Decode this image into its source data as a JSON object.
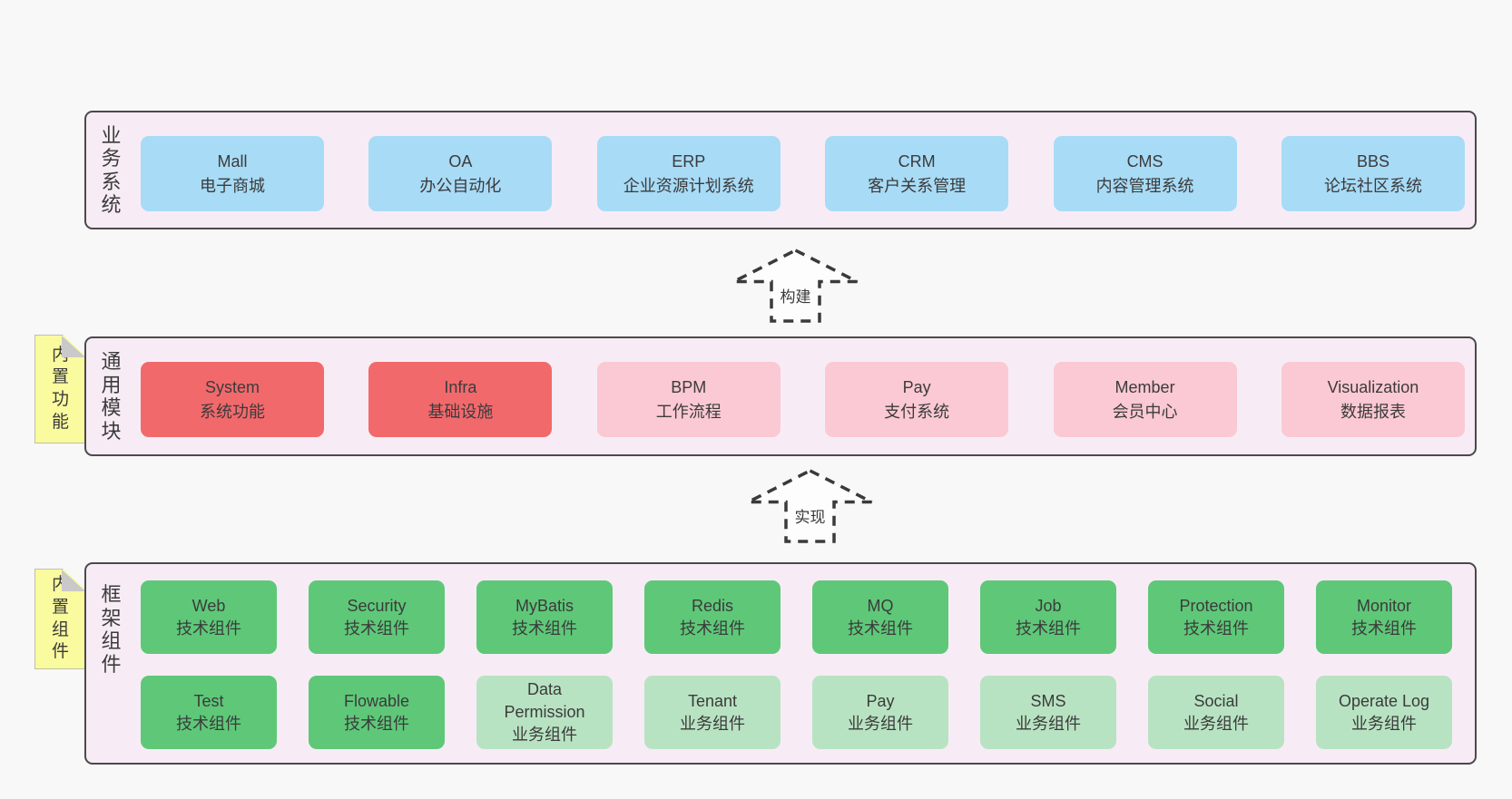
{
  "colors": {
    "page_bg": "#f8f8f8",
    "band_bg": "#f7ecf5",
    "band_border": "#4a4a4a",
    "blue": "#a8dbf6",
    "red": "#f2696c",
    "pink": "#fbc9d3",
    "green": "#5ec878",
    "light_green": "#b8e3c2",
    "sticky_yellow": "#fafa9e",
    "fold_gray": "#c9c9c9",
    "text": "#3b3b3b"
  },
  "bands": [
    {
      "label": "业务系统",
      "boxes": [
        {
          "name": "Mall",
          "desc": "电子商城"
        },
        {
          "name": "OA",
          "desc": "办公自动化"
        },
        {
          "name": "ERP",
          "desc": "企业资源计划系统"
        },
        {
          "name": "CRM",
          "desc": "客户关系管理"
        },
        {
          "name": "CMS",
          "desc": "内容管理系统"
        },
        {
          "name": "BBS",
          "desc": "论坛社区系统"
        }
      ]
    },
    {
      "label": "通用模块",
      "sticky": "内置功能",
      "boxes": [
        {
          "name": "System",
          "desc": "系统功能"
        },
        {
          "name": "Infra",
          "desc": "基础设施"
        },
        {
          "name": "BPM",
          "desc": "工作流程"
        },
        {
          "name": "Pay",
          "desc": "支付系统"
        },
        {
          "name": "Member",
          "desc": "会员中心"
        },
        {
          "name": "Visualization",
          "desc": "数据报表"
        }
      ]
    },
    {
      "label": "框架组件",
      "sticky": "内置组件",
      "rows": [
        [
          {
            "name": "Web",
            "desc": "技术组件"
          },
          {
            "name": "Security",
            "desc": "技术组件"
          },
          {
            "name": "MyBatis",
            "desc": "技术组件"
          },
          {
            "name": "Redis",
            "desc": "技术组件"
          },
          {
            "name": "MQ",
            "desc": "技术组件"
          },
          {
            "name": "Job",
            "desc": "技术组件"
          },
          {
            "name": "Protection",
            "desc": "技术组件"
          },
          {
            "name": "Monitor",
            "desc": "技术组件"
          }
        ],
        [
          {
            "name": "Test",
            "desc": "技术组件"
          },
          {
            "name": "Flowable",
            "desc": "技术组件"
          },
          {
            "name": "Data Permission",
            "desc": "业务组件"
          },
          {
            "name": "Tenant",
            "desc": "业务组件"
          },
          {
            "name": "Pay",
            "desc": "业务组件"
          },
          {
            "name": "SMS",
            "desc": "业务组件"
          },
          {
            "name": "Social",
            "desc": "业务组件"
          },
          {
            "name": "Operate Log",
            "desc": "业务组件"
          }
        ]
      ]
    }
  ],
  "arrows": [
    {
      "label": "构建"
    },
    {
      "label": "实现"
    }
  ]
}
